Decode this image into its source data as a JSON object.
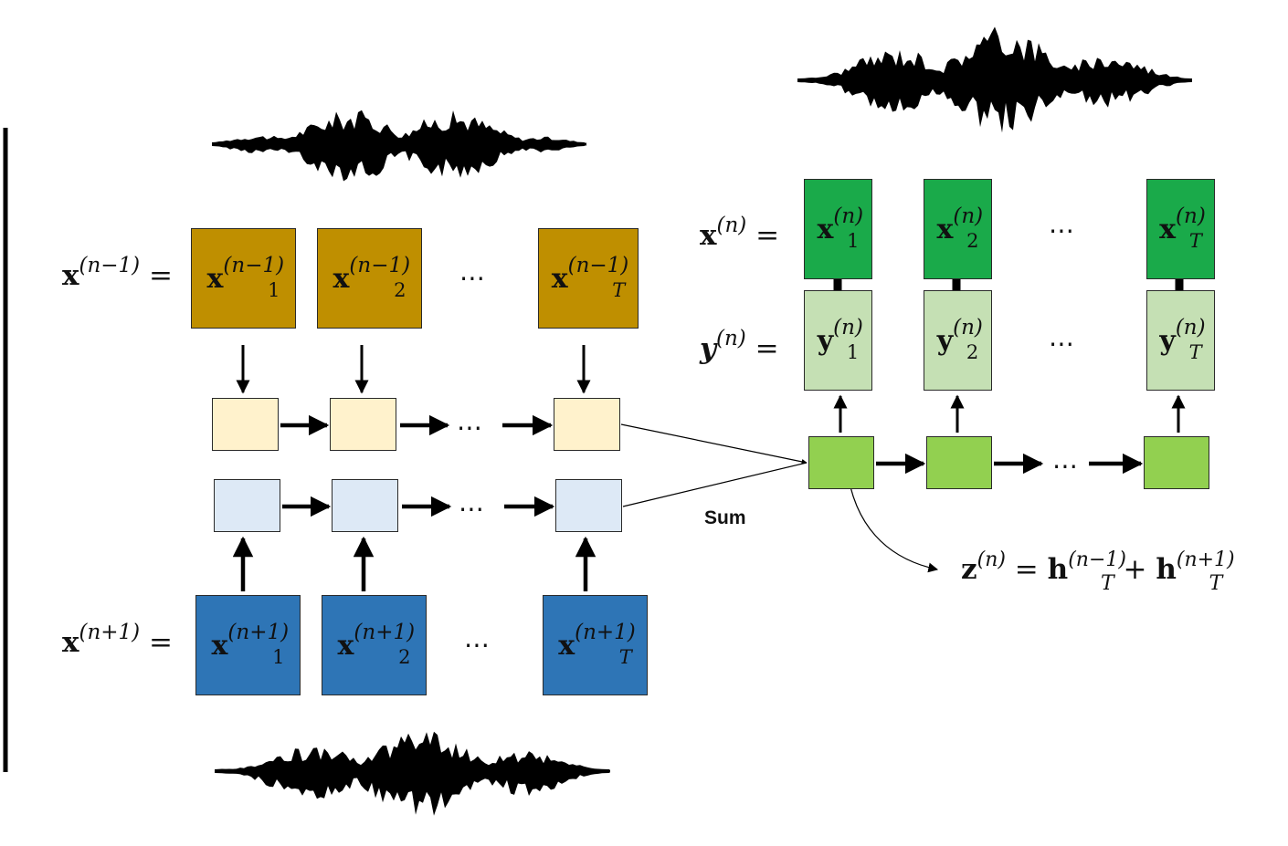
{
  "labels": {
    "prev_eq": {
      "base": "x",
      "sup": "(n−1)",
      "eq": " ="
    },
    "next_eq": {
      "base": "x",
      "sup": "(n+1)",
      "eq": " ="
    },
    "cur_x_eq": {
      "base": "x",
      "sup": "(n)",
      "eq": " ="
    },
    "cur_y_eq": {
      "base": "y",
      "sup": "(n)",
      "eq": " ="
    },
    "sum": "Sum",
    "ellipsis": "⋯"
  },
  "prev_cells": [
    {
      "base": "x",
      "sup": "(n−1)",
      "sub": "1"
    },
    {
      "base": "x",
      "sup": "(n−1)",
      "sub": "2"
    },
    {
      "base": "x",
      "sup": "(n−1)",
      "sub": "T"
    }
  ],
  "next_cells": [
    {
      "base": "x",
      "sup": "(n+1)",
      "sub": "1"
    },
    {
      "base": "x",
      "sup": "(n+1)",
      "sub": "2"
    },
    {
      "base": "x",
      "sup": "(n+1)",
      "sub": "T"
    }
  ],
  "cur_x_cells": [
    {
      "base": "x",
      "sup": "(n)",
      "sub": "1"
    },
    {
      "base": "x",
      "sup": "(n)",
      "sub": "2"
    },
    {
      "base": "x",
      "sup": "(n)",
      "sub": "T"
    }
  ],
  "cur_y_cells": [
    {
      "base": "y",
      "sup": "(n)",
      "sub": "1"
    },
    {
      "base": "y",
      "sup": "(n)",
      "sub": "2"
    },
    {
      "base": "y",
      "sup": "(n)",
      "sub": "T"
    }
  ],
  "z_equation": {
    "z": "z",
    "z_sup": "(n)",
    "eq": " = ",
    "h1": "h",
    "h1_sup": "(n−1)",
    "h1_sub": "T",
    "plus": " + ",
    "h2": "h",
    "h2_sup": "(n+1)",
    "h2_sub": "T"
  },
  "colors": {
    "gold": "#bf8f00",
    "blue": "#2e75b6",
    "cream": "#fff2cc",
    "light_blue": "#dde9f6",
    "dark_green": "#1aaa4a",
    "light_green": "#c5e0b4",
    "mid_green": "#92d050"
  }
}
